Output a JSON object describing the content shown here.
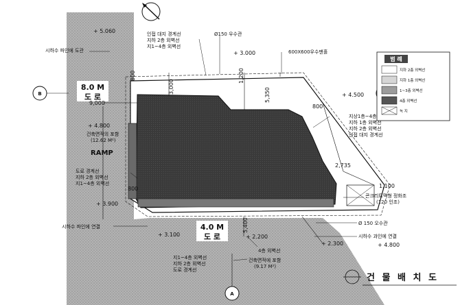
{
  "colors": {
    "road": "#a9a9a9",
    "building": "#3d3d3d",
    "line": "#111111",
    "legend_fill_1": "#ffffff",
    "legend_fill_2": "#d6d6d6",
    "legend_fill_3": "#9c9c9c",
    "legend_fill_4": "#555555"
  },
  "icons": {
    "north": "compass-icon",
    "section": "section-marker-icon",
    "title_marker": "circle-marker-icon"
  },
  "roads": {
    "left": {
      "width": "8.0 M",
      "name": "도 로"
    },
    "bottom": {
      "width": "4.0 M",
      "name": "도 로"
    }
  },
  "section_marks": [
    "B",
    "B",
    "A"
  ],
  "ramp": "RAMP",
  "levels": [
    "+ 5.060",
    "+ 4.800",
    "+ 3.900",
    "+ 3.100",
    "+ 3.000",
    "+ 2.300",
    "+ 2.200",
    "+ 4.500",
    "+ 4.800"
  ],
  "dims": [
    "9,000",
    "1,200",
    "5,350",
    "3,000",
    "800",
    "2,735",
    "1,100",
    "800",
    "5,400",
    "800"
  ],
  "notes": {
    "n_top1": "인접 대지 경계선",
    "n_top2": "지하 2층 외벽선",
    "n_top3": "지1~4층 외벽선",
    "n_pipe_top": "Ø150 우수관",
    "n_grate": "600X600우수맨홀",
    "n_left_connect": "시하수 파인에 도관",
    "n_area1a": "건축면적의 포함",
    "n_area1b": "(12.62 M²)",
    "n_left2a": "도로 경계선",
    "n_left2b": "지하 2층 외벽선",
    "n_left2c": "지1~4층 외벽선",
    "n_right1": "지상1층~4층 외벽선",
    "n_right2": "지하 1층 외벽선",
    "n_right3": "지하 2층 외벽선",
    "n_right4": "인접 대지 경계선",
    "n_septic_a": "콘크리트맥형 정화조",
    "n_septic_b": "(120 인조)",
    "n_pipe_bottom": "Ø 150 오수관",
    "n_sewer_bottom": "시하수 과인에 연결",
    "n_sewer_left": "시하수 파인에 연결",
    "n_4f": "4층 외벽선",
    "n_area2a": "건축면적에 포함",
    "n_area2b": "(9.17 M²)",
    "n_bot1": "지1~4층 외벽선",
    "n_bot2": "지하 2층 외벽선",
    "n_bot3": "도로 경계선"
  },
  "legend": {
    "title": "범 례",
    "items": [
      "지하 2층 외벽선",
      "지하 1층 외벽선",
      "1~3층 외벽선",
      "4층 외벽선",
      "녹 지"
    ]
  },
  "title": "건 물 배 치 도"
}
